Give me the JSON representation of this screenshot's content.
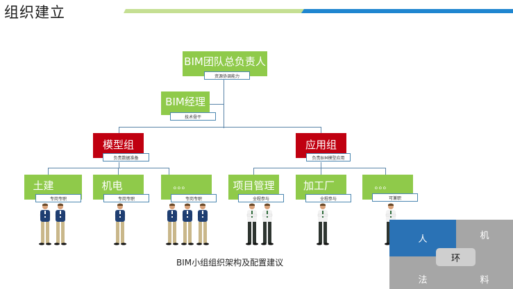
{
  "header": {
    "title": "组织建立"
  },
  "chart": {
    "root": {
      "label": "BIM团队总负责人",
      "sub": "资源协调能力"
    },
    "manager": {
      "label": "BIM经理",
      "sub": "技术骨干"
    },
    "groups": [
      {
        "label": "模型组",
        "sub": "负责数据准备",
        "teams": [
          {
            "label": "土建",
            "sub": "专岗专职",
            "people": 2
          },
          {
            "label": "机电",
            "sub": "专岗专职",
            "people": 1
          },
          {
            "label": "。。。",
            "sub": "专岗专职",
            "people": 3
          }
        ]
      },
      {
        "label": "应用组",
        "sub": "负责BIM模型应用",
        "teams": [
          {
            "label": "项目管理",
            "sub": "全程参与",
            "people": 2
          },
          {
            "label": "加工厂",
            "sub": "全程参与",
            "people": 1
          },
          {
            "label": "。。。",
            "sub": "可兼职",
            "people": 1
          }
        ]
      }
    ],
    "caption": "BIM小组组织架构及配置建议"
  },
  "factors": {
    "people": "人",
    "machine": "机",
    "environment": "环",
    "law": "法",
    "material": "料"
  },
  "colors": {
    "green": "#8fca4a",
    "red": "#c00010",
    "blue": "#2a72b5",
    "gray": "#a6a6a6"
  }
}
